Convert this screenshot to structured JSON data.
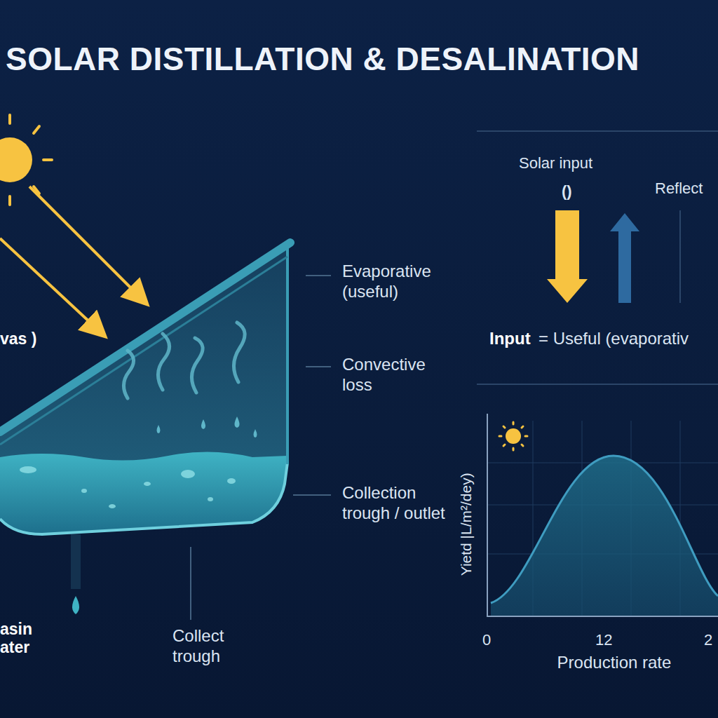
{
  "diagram": {
    "title": "SOLAR DISTILLATION & DESALINATION",
    "labels": [
      "vas )",
      "Evaporative (useful)",
      "Convective loss",
      "Collection trough / outlet",
      "asin ater",
      "Collect trough",
      "Solar input",
      "()",
      "Reflect",
      "Input",
      "= Useful (evaporativ",
      "Yietd |L/m²/dey)",
      "0",
      "12",
      "2",
      "Production rate"
    ]
  }
}
